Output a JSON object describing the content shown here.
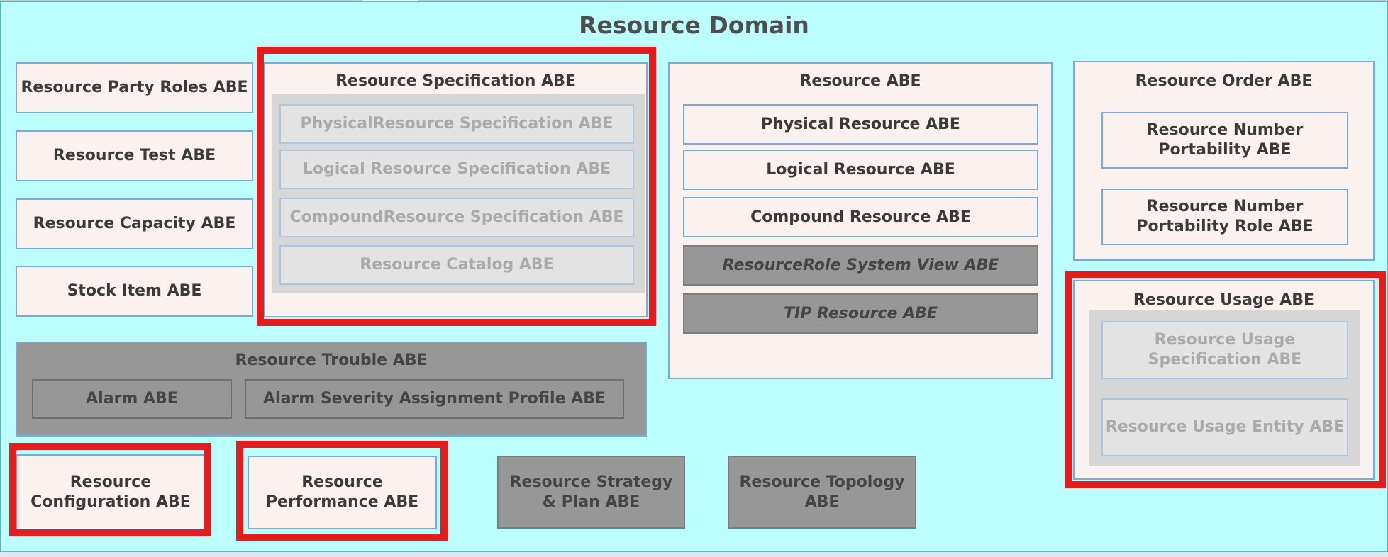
{
  "title": "Resource Domain",
  "left_column": [
    "Resource Party Roles ABE",
    "Resource Test ABE",
    "Resource Capacity ABE",
    "Stock Item ABE"
  ],
  "resource_specification": {
    "title": "Resource Specification ABE",
    "items": [
      "PhysicalResource Specification ABE",
      "Logical Resource Specification ABE",
      "CompoundResource Specification ABE",
      "Resource Catalog ABE"
    ]
  },
  "resource": {
    "title": "Resource ABE",
    "items": [
      "Physical Resource ABE",
      "Logical Resource ABE",
      "Compound Resource ABE"
    ],
    "dark_items": [
      "ResourceRole System View ABE",
      "TIP Resource ABE"
    ]
  },
  "resource_order": {
    "title": "Resource Order ABE",
    "items": [
      "Resource Number Portability ABE",
      "Resource Number Portability Role ABE"
    ]
  },
  "resource_usage": {
    "title": "Resource Usage ABE",
    "items": [
      "Resource Usage Specification ABE",
      "Resource Usage Entity ABE"
    ]
  },
  "resource_trouble": {
    "title": "Resource Trouble ABE",
    "items": [
      "Alarm ABE",
      "Alarm Severity Assignment Profile ABE"
    ]
  },
  "bottom_row": [
    "Resource Configuration ABE",
    "Resource Performance ABE",
    "Resource Strategy & Plan ABE",
    "Resource Topology ABE"
  ],
  "colors": {
    "background": "#bcfdfd",
    "box_fill": "#fbf2ef",
    "box_border": "#7aaadd",
    "highlight": "#e31d1d",
    "dark_box": "#979797",
    "faded_panel": "#d6d6d6"
  }
}
